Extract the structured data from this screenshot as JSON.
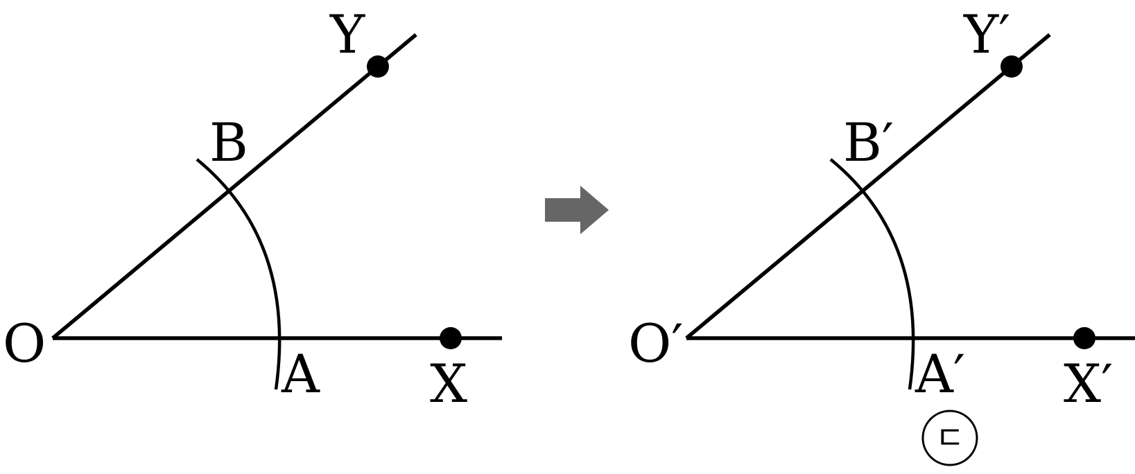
{
  "colors": {
    "ink": "#000000",
    "arrow": "#666666",
    "background": "#ffffff"
  },
  "left_figure": {
    "vertex_label": "O",
    "arm_x_label": "X",
    "arm_y_label": "Y",
    "arc_point_x_label": "A",
    "arc_point_y_label": "B"
  },
  "arrow": {
    "icon": "right-arrow-icon"
  },
  "right_figure": {
    "vertex_label": "O′",
    "arm_x_label": "X′",
    "arm_y_label": "Y′",
    "arc_point_x_label": "A′",
    "arc_point_y_label": "B′",
    "step_marker": "ㄷ"
  }
}
